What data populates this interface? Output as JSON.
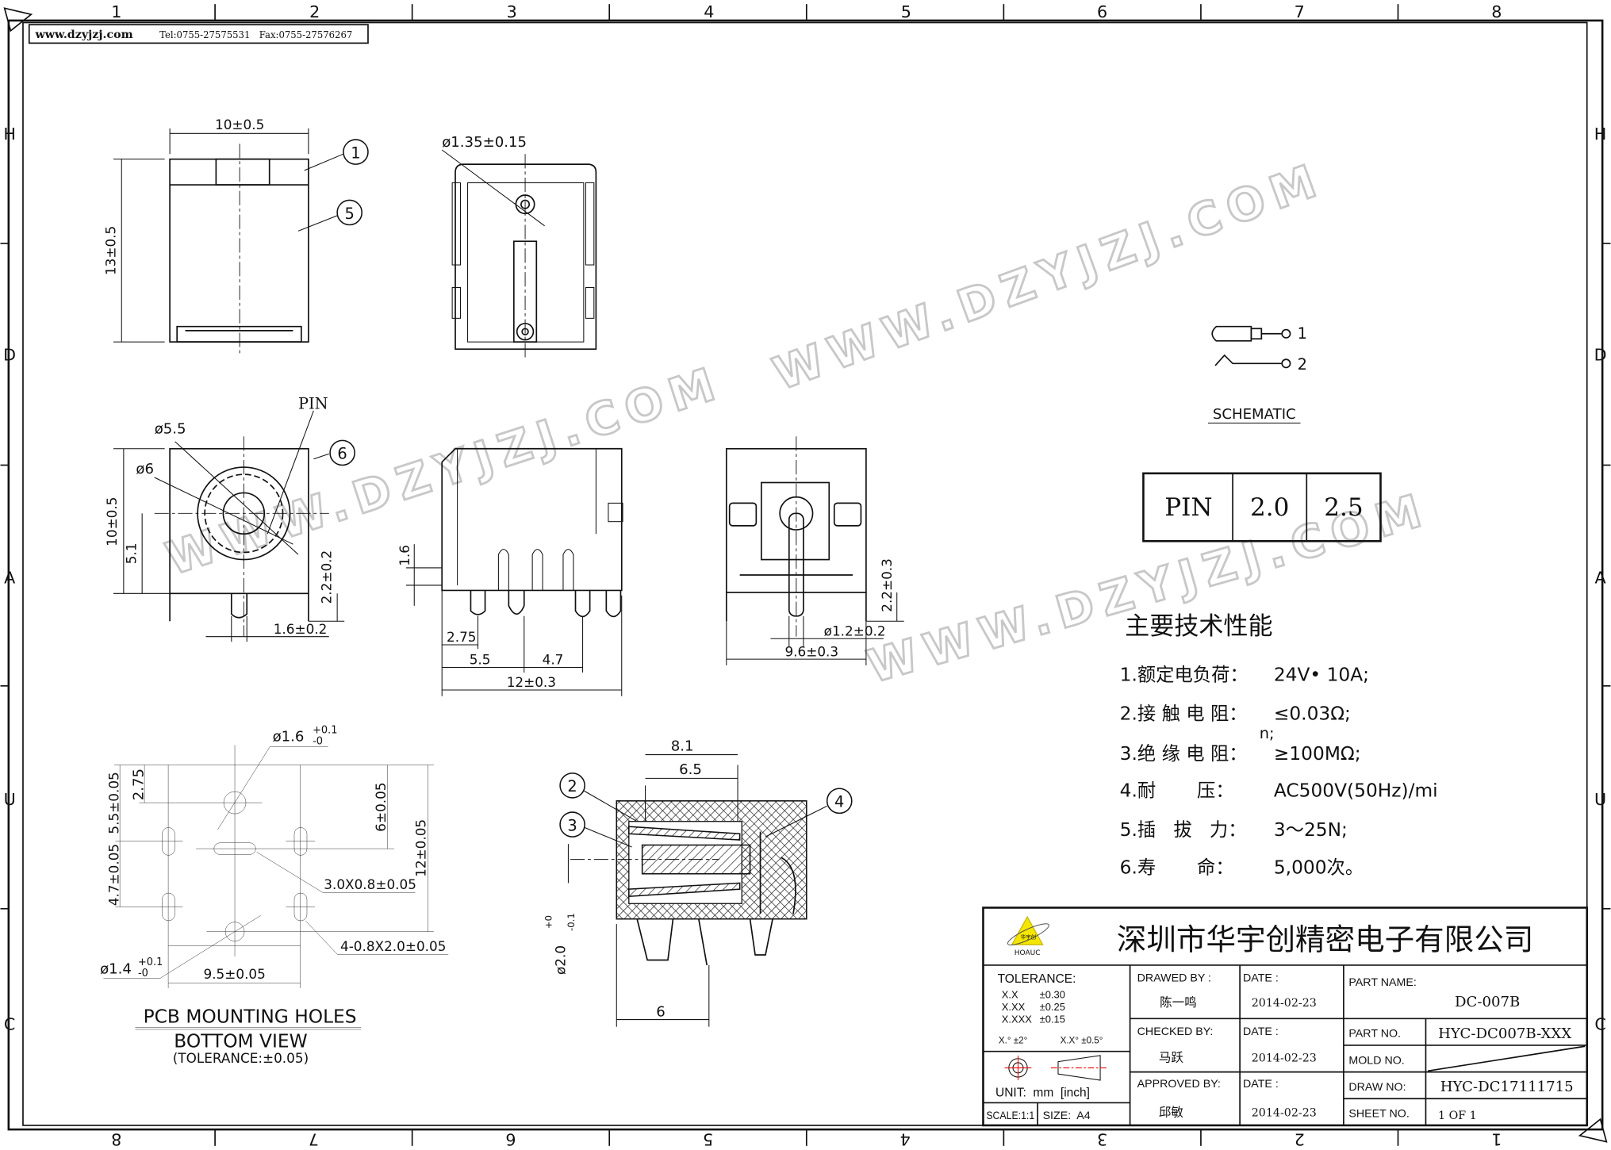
{
  "header": {
    "website": "www.dzyjzj.com",
    "tel": "Tel:0755-27575531",
    "fax": "Fax:0755-27576267"
  },
  "zones": {
    "columns_top": [
      "1",
      "2",
      "3",
      "4",
      "5",
      "6",
      "7",
      "8"
    ],
    "columns_bottom": [
      "8",
      "7",
      "6",
      "5",
      "4",
      "3",
      "2",
      "1"
    ],
    "rows": [
      "H",
      "D",
      "A",
      "U",
      "C"
    ]
  },
  "watermark_text": "WWW.DZYJZJ.COM",
  "front_view": {
    "width_dim": "10±0.5",
    "height_dim": "13±0.5",
    "balloons": [
      "1",
      "5"
    ]
  },
  "top_view": {
    "hole_dim": "ø1.35±0.15"
  },
  "face_view": {
    "pin_label": "PIN",
    "outer_dia": "ø5.5",
    "inner_dia": "ø6",
    "height_dim": "10±0.5",
    "center_dim": "5.1",
    "pin_len_dim": "2.2±0.2",
    "pin_width_dim": "1.6±0.2",
    "balloon": "6"
  },
  "side_view": {
    "dim_a": "1.6",
    "dim_b": "2.75",
    "dim_c": "5.5",
    "dim_d": "4.7",
    "length_dim": "12±0.3"
  },
  "rear_view": {
    "pin_len_dim": "2.2±0.3",
    "pin_dia": "ø1.2±0.2",
    "width_dim": "9.6±0.3"
  },
  "schematic": {
    "title": "SCHEMATIC",
    "terminals": [
      "1",
      "2"
    ]
  },
  "pin_table": {
    "cells": [
      "PIN",
      "2.0",
      "2.5"
    ]
  },
  "specs": {
    "title": "主要技术性能",
    "items": [
      {
        "label": "1.额定电负荷：",
        "value": "24V• 10A;"
      },
      {
        "label": "2.接 触 电 阻：",
        "value": "≤0.03Ω;"
      },
      {
        "label": "3.绝 缘 电 阻：",
        "value": "≥100MΩ;"
      },
      {
        "label": "4.耐       压：",
        "value": "AC500V(50Hz)/mi"
      },
      {
        "label": "5.插   拔   力：",
        "value": "3～25N;"
      },
      {
        "label": "6.寿       命：",
        "value": "5,000次。"
      }
    ],
    "overflow_text": "n;"
  },
  "pcb_view": {
    "title": "PCB MOUNTING HOLES",
    "subtitle": "BOTTOM VIEW",
    "tolerance": "(TOLERANCE:±0.05)",
    "dims": {
      "top_hole": "ø1.6",
      "top_hole_tol_upper": "+0.1",
      "top_hole_tol_lower": "-0",
      "bottom_hole": "ø1.4",
      "bottom_hole_tol_upper": "+0.1",
      "bottom_hole_tol_lower": "-0",
      "d275": "2.75",
      "d55": "5.5±0.05",
      "d47": "4.7±0.05",
      "d6": "6±0.05",
      "d12": "12±0.05",
      "slot": "3.0X0.8±0.05",
      "slots4": "4-0.8X2.0±0.05",
      "width": "9.5±0.05"
    }
  },
  "section_view": {
    "dim_81": "8.1",
    "dim_65": "6.5",
    "dim_6": "6",
    "dia": "ø2.0",
    "dia_tol_upper": "+0",
    "dia_tol_lower": "-0.1",
    "balloons": [
      "2",
      "3",
      "4"
    ]
  },
  "title_block": {
    "logo_text": "HOAUC",
    "logo_cn": "华宇创",
    "company": "深圳市华宇创精密电子有限公司",
    "tolerance_label": "TOLERANCE:",
    "tolerances": [
      [
        "X.X",
        "±0.30"
      ],
      [
        "X.XX",
        "±0.25"
      ],
      [
        "X.XXX",
        "±0.15"
      ]
    ],
    "angle_tol": [
      "X.° ±2°",
      "X.X° ±0.5°"
    ],
    "unit": "UNIT:  mm  [inch]",
    "scale": "SCALE:1:1",
    "size": "SIZE:  A4",
    "drawn_by_label": "DRAWED BY :",
    "drawn_by": "陈一鸣",
    "checked_by_label": "CHECKED BY:",
    "checked_by": "马跃",
    "approved_by_label": "APPROVED BY:",
    "approved_by": "邱敏",
    "date_label": "DATE :",
    "dates": [
      "2014-02-23",
      "2014-02-23",
      "2014-02-23"
    ],
    "part_name_label": "PART NAME:",
    "part_name": "DC-007B",
    "part_no_label": "PART NO.",
    "part_no": "HYC-DC007B-XXX",
    "mold_no_label": "MOLD NO.",
    "draw_no_label": "DRAW NO:",
    "draw_no": "HYC-DC17111715",
    "sheet_no_label": "SHEET NO.",
    "sheet_no": "1 OF 1"
  }
}
